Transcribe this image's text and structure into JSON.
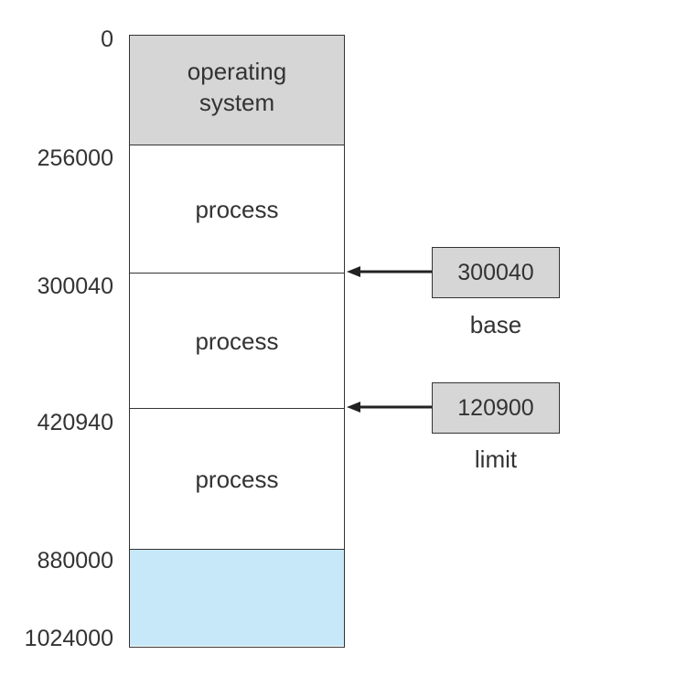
{
  "addresses": [
    "0",
    "256000",
    "300040",
    "420940",
    "880000",
    "1024000"
  ],
  "memory": {
    "os_label": "operating\nsystem",
    "process_labels": [
      "process",
      "process",
      "process"
    ],
    "colors": {
      "os_fill": "#d6d6d6",
      "free_fill": "#c7e8f8",
      "register_fill": "#d6d6d6",
      "line": "#333333"
    }
  },
  "registers": {
    "base": {
      "value": "300040",
      "label": "base"
    },
    "limit": {
      "value": "120900",
      "label": "limit"
    }
  }
}
